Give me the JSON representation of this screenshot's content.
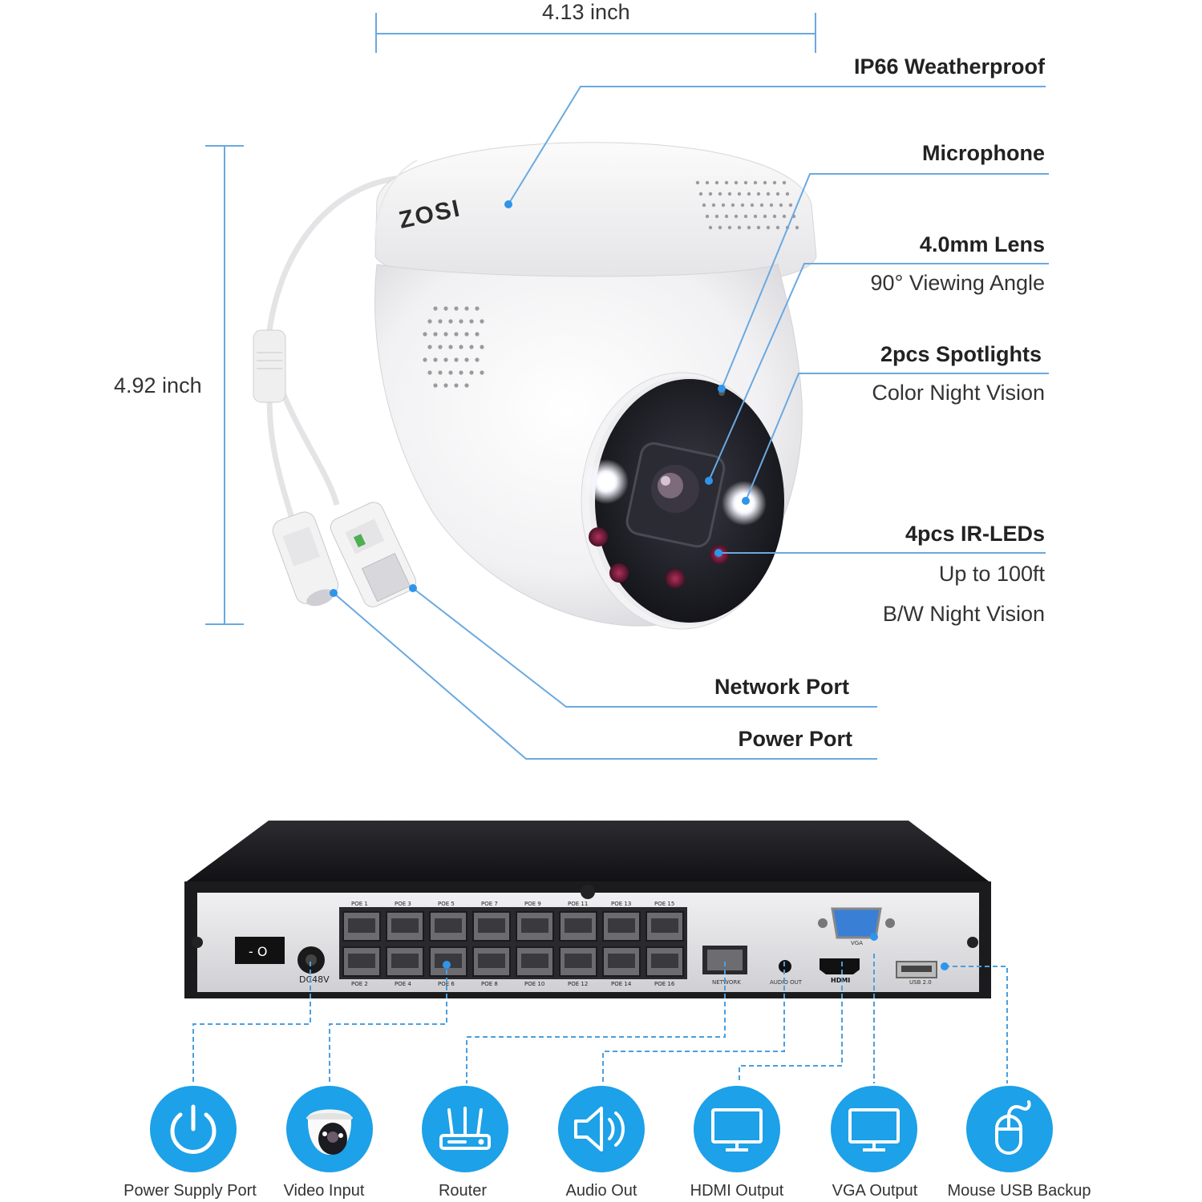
{
  "dimensions": {
    "width_label": "4.13 inch",
    "height_label": "4.92 inch"
  },
  "camera": {
    "brand": "ZOSI",
    "callouts": {
      "weatherproof": "IP66 Weatherproof",
      "microphone": "Microphone",
      "lens": "4.0mm Lens",
      "lens_sub": "90° Viewing Angle",
      "spotlights": "2pcs Spotlights",
      "spotlights_sub": "Color Night Vision",
      "irleds": "4pcs IR-LEDs",
      "irleds_sub1": "Up to 100ft",
      "irleds_sub2": "B/W Night Vision",
      "network": "Network Port",
      "power": "Power Port"
    }
  },
  "nvr": {
    "power_label": "DC48V",
    "poe_top": [
      "POE 1",
      "POE 3",
      "POE 5",
      "POE 7",
      "POE 9",
      "POE 11",
      "POE 13",
      "POE 15"
    ],
    "poe_bottom": [
      "POE 2",
      "POE 4",
      "POE 6",
      "POE 8",
      "POE 10",
      "POE 12",
      "POE 14",
      "POE 16"
    ],
    "network_label": "NETWORK",
    "audio_label": "AUDIO OUT",
    "hdmi_label": "HDMI",
    "vga_label": "VGA",
    "usb_label": "USB 2.0"
  },
  "icons": [
    {
      "label": "Power Supply Port",
      "icon": "power-icon"
    },
    {
      "label": "Video Input",
      "icon": "camera-icon"
    },
    {
      "label": "Router",
      "icon": "router-icon"
    },
    {
      "label": "Audio Out",
      "icon": "speaker-icon"
    },
    {
      "label": "HDMI Output",
      "icon": "monitor-icon"
    },
    {
      "label": "VGA Output",
      "icon": "monitor-icon"
    },
    {
      "label": "Mouse USB Backup",
      "icon": "mouse-icon"
    }
  ],
  "colors": {
    "accent": "#1da1e8",
    "line": "#6aa9e0"
  }
}
